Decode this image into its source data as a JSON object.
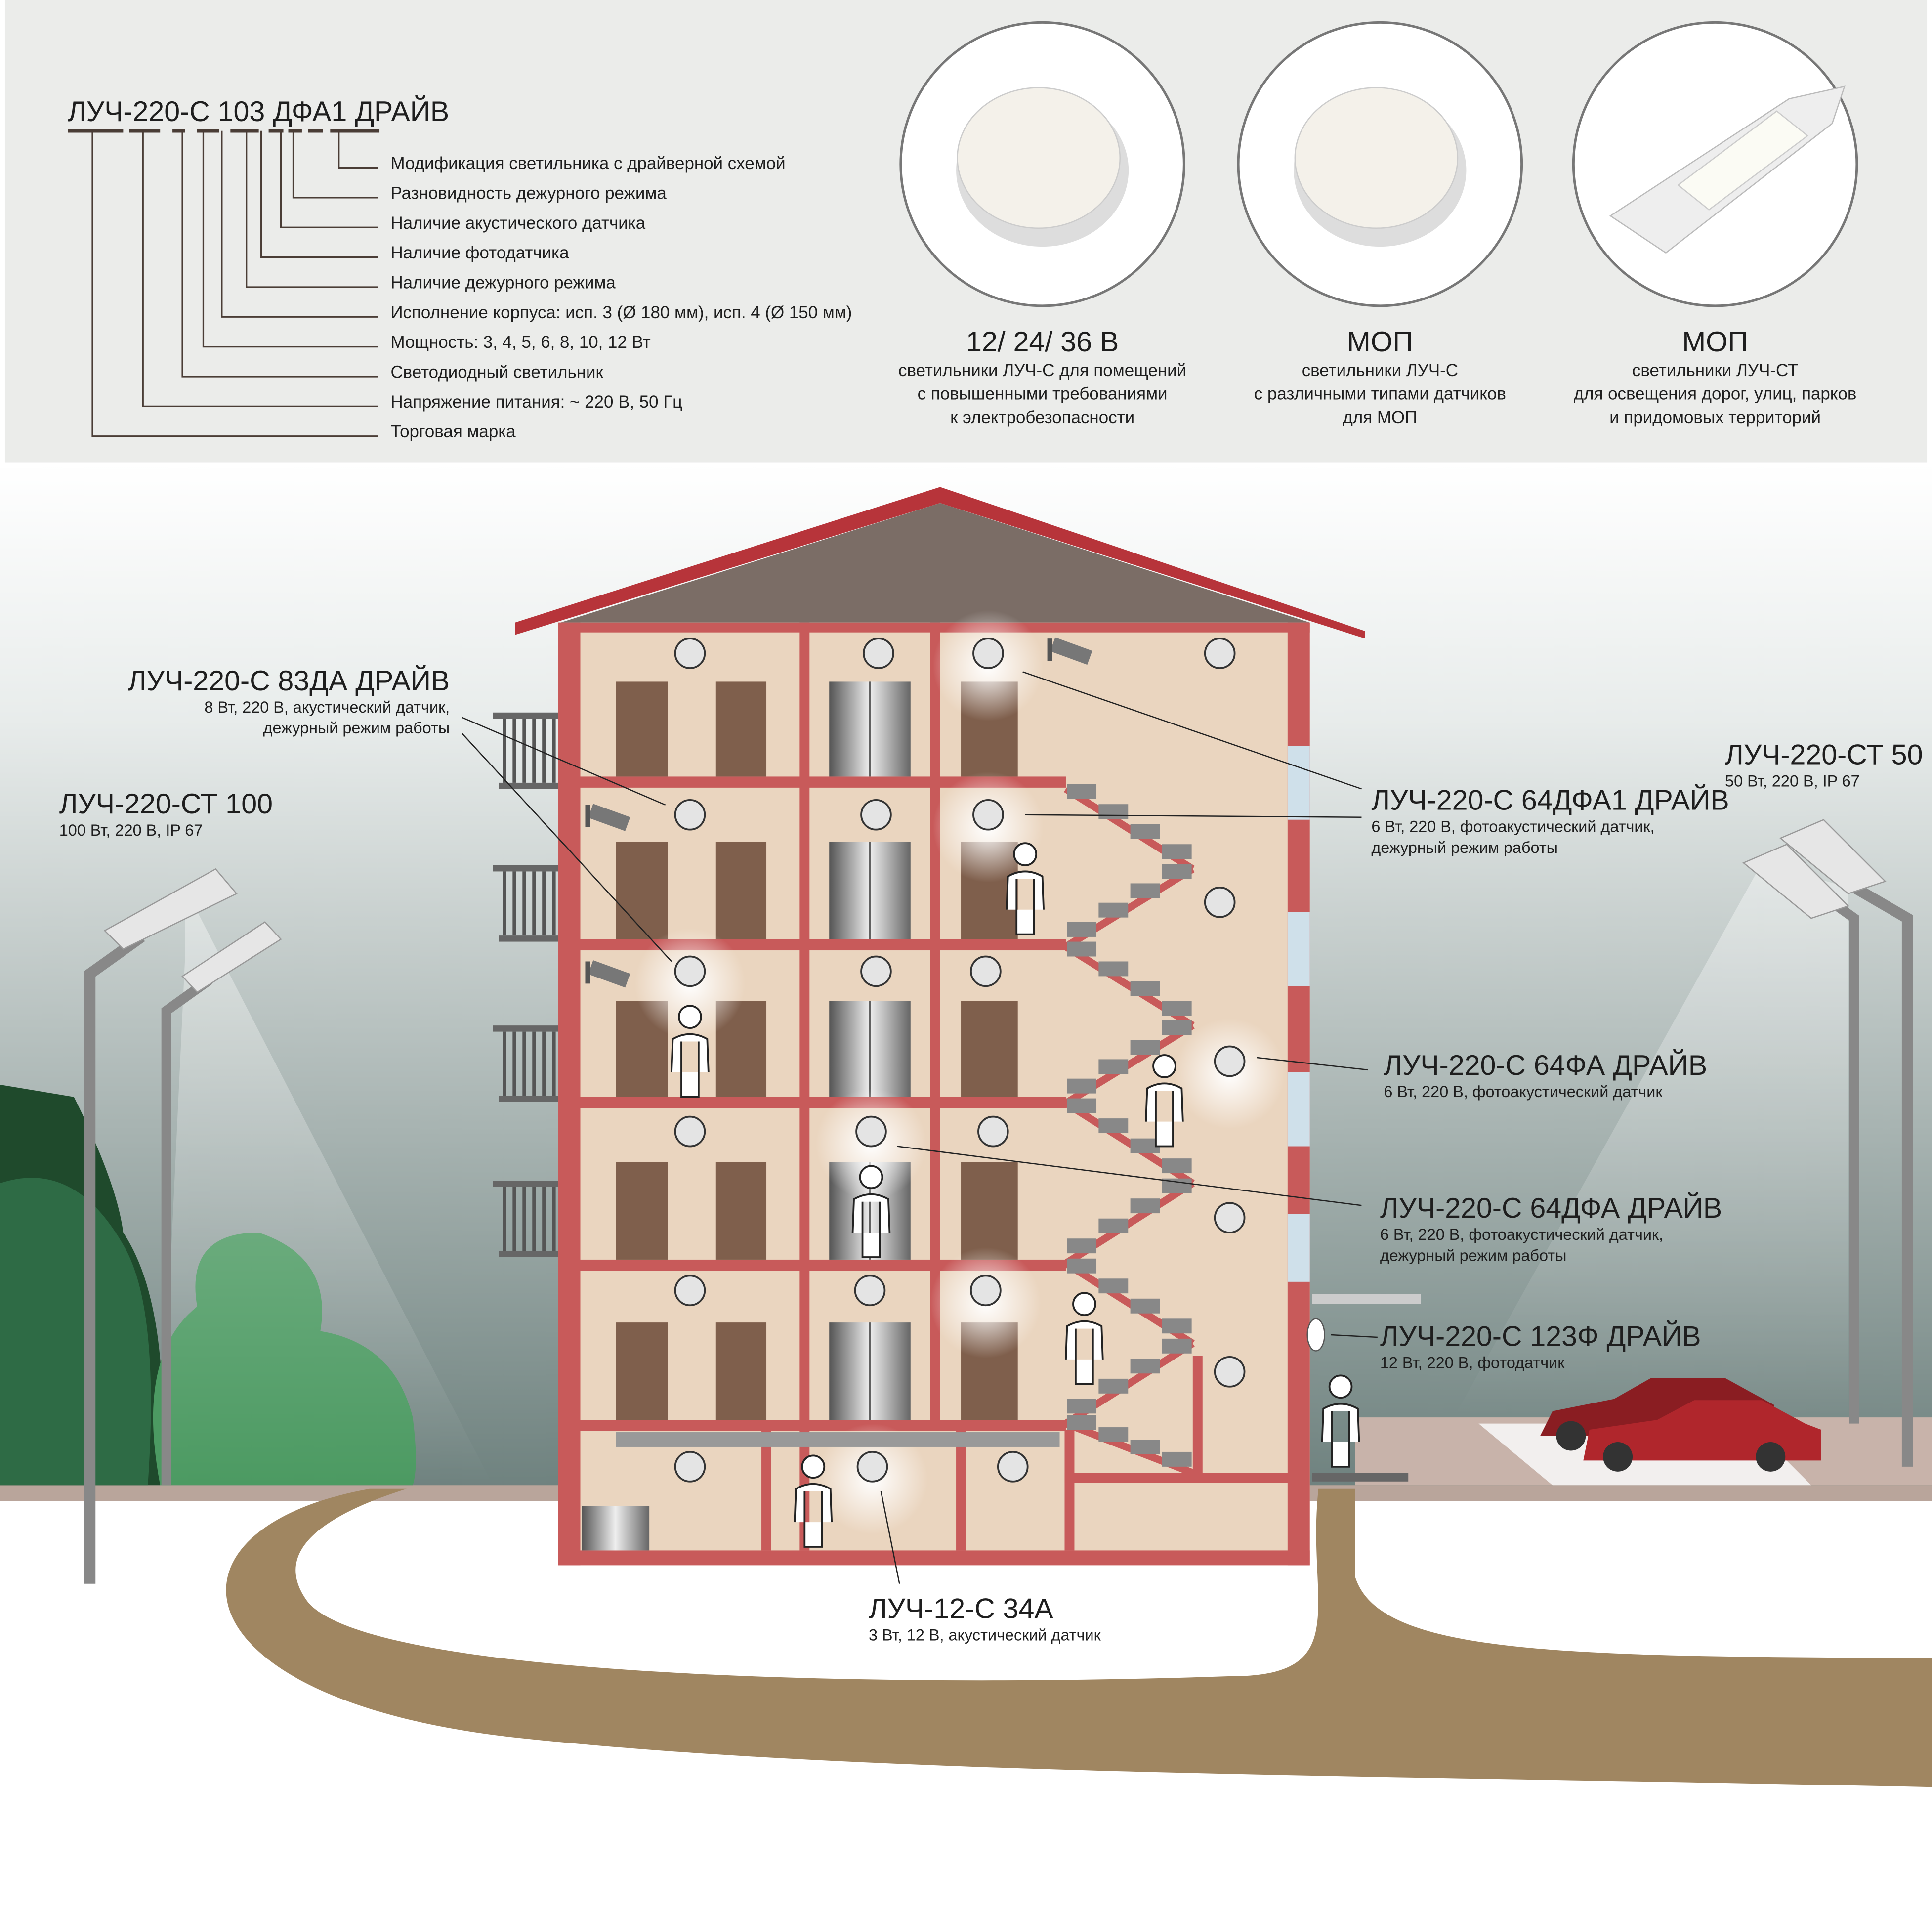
{
  "legend": {
    "model": "ЛУЧ-220-С 103 ДФА1 ДРАЙВ",
    "items": [
      "Модификация светильника с драйверной схемой",
      "Разновидность дежурного режима",
      "Наличие акустического датчика",
      "Наличие фотодатчика",
      "Наличие дежурного режима",
      "Исполнение корпуса: исп. 3 (Ø 180 мм), исп. 4 (Ø 150 мм)",
      "Мощность: 3, 4, 5, 6, 8, 10, 12 Вт",
      "Светодиодный светильник",
      "Напряжение питания: ~ 220 В, 50 Гц",
      "Торговая марка"
    ]
  },
  "products": [
    {
      "title": "12/ 24/ 36 В",
      "lines": [
        "светильники ЛУЧ-С для помещений",
        "с повышенными требованиями",
        "к электробезопасности"
      ]
    },
    {
      "title": "МОП",
      "lines": [
        "светильники ЛУЧ-С",
        "с различными типами датчиков",
        "для МОП"
      ]
    },
    {
      "title": "МОП",
      "lines": [
        "светильники ЛУЧ-СТ",
        "для освещения дорог, улиц, парков",
        "и придомовых территорий"
      ]
    }
  ],
  "callouts": {
    "c83": {
      "title": "ЛУЧ-220-С 83ДА ДРАЙВ",
      "lines": [
        "8 Вт, 220 В, акустический датчик,",
        "дежурный режим работы"
      ]
    },
    "st100": {
      "title": "ЛУЧ-220-СТ 100",
      "lines": [
        "100 Вт, 220 В, IP 67"
      ]
    },
    "c64dfa1": {
      "title": "ЛУЧ-220-С 64ДФА1 ДРАЙВ",
      "lines": [
        "6 Вт, 220 В, фотоакустический датчик,",
        "дежурный режим работы"
      ]
    },
    "st50": {
      "title": "ЛУЧ-220-СТ 50",
      "lines": [
        "50 Вт, 220 В, IP 67"
      ]
    },
    "c64fa": {
      "title": "ЛУЧ-220-С 64ФА ДРАЙВ",
      "lines": [
        "6 Вт, 220 В, фотоакустический датчик"
      ]
    },
    "c64dfa": {
      "title": "ЛУЧ-220-С 64ДФА ДРАЙВ",
      "lines": [
        "6 Вт, 220 В, фотоакустический датчик,",
        "дежурный режим работы"
      ]
    },
    "c123f": {
      "title": "ЛУЧ-220-С 123Ф ДРАЙВ",
      "lines": [
        "12 Вт, 220 В, фотодатчик"
      ]
    },
    "c12": {
      "title": "ЛУЧ-12-С 34А",
      "lines": [
        "3 Вт, 12 В, акустический датчик"
      ]
    }
  },
  "colors": {
    "panel": "#ebecea",
    "wall": "#c85a5a",
    "interior": "#ead5bf",
    "roof": "#7b6d66",
    "road": "#a08661",
    "door": "#7f5f4c",
    "car": "#b0262c"
  }
}
